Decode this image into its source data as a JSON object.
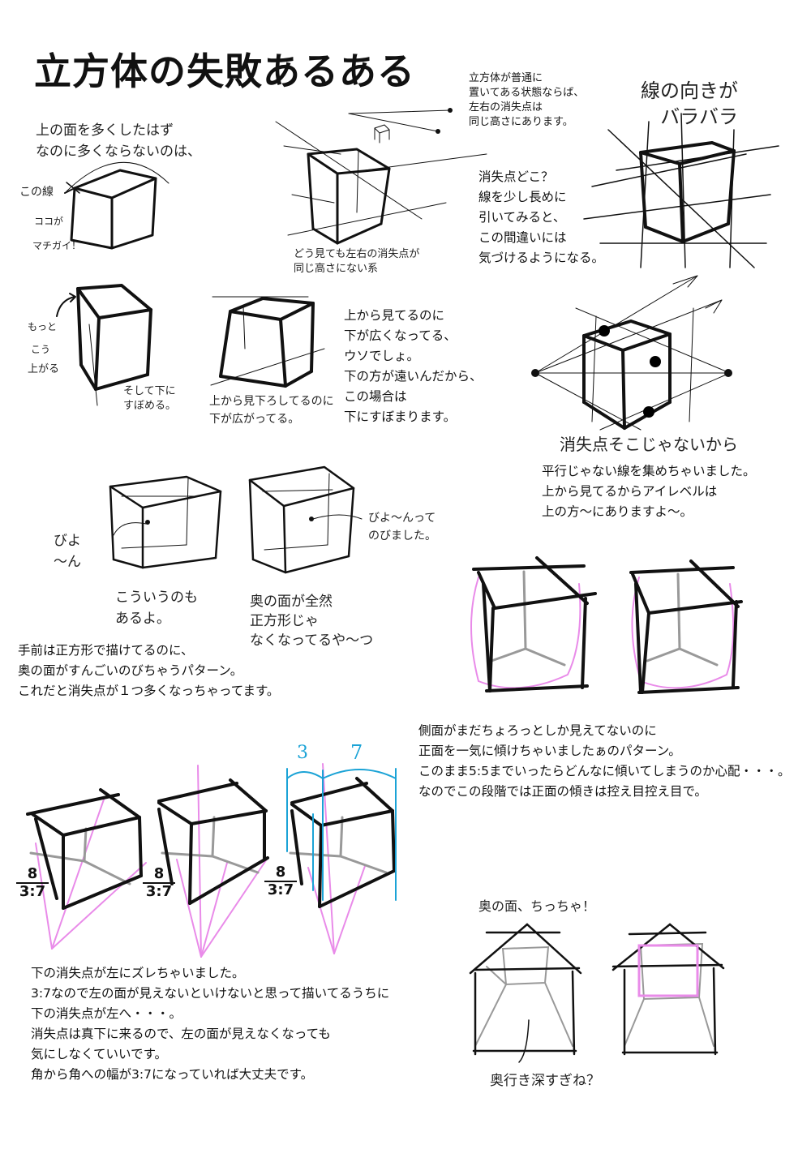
{
  "title": "立方体の失敗あるある",
  "texts": {
    "vp_same_height": "立方体が普通に\n置いてある状態ならば、\n左右の消失点は\n同じ高さにあります。",
    "vp_where": "消失点どこ？\n線を少し長めに\n引いてみると、\nこの間違いには\n気づけるようになる。",
    "top_view_wide": "上から見てるのに\n下が広くなってる、\nウソでしょ。\n下の方が遠いんだから、\nこの場合は\n下にすぼまります。",
    "non_parallel": "平行じゃない線を集めちゃいました。\n上から見てるからアイレベルは\n上の方～にありますよ～。",
    "back_face_stretch": "手前は正方形で描けてるのに、\n奥の面がすんごいのびちゃうパターン。\nこれだと消失点が１つ多くなっちゃってます。",
    "side_front_tilt": "側面がまだちょろっとしか見えてないのに\n正面を一気に傾けちゃいましたぁのパターン。\nこのまま5:5までいったらどんなに傾いてしまうのか心配・・・。\nなのでこの段階では正面の傾きは控え目控え目で。",
    "lower_vp_shift": "下の消失点が左にズレちゃいました。\n3:7なので左の面が見えないといけないと思って描いてるうちに\n下の消失点が左へ・・・。\n消失点は真下に来るので、左の面が見えなくなっても\n気にしなくていいです。\n角から角への幅が3:7になっていれば大丈夫です。"
  },
  "hand": {
    "top_face": "上の面を多くしたはず\nなのに多くならないのは、",
    "this_line": "この線",
    "here": "ココが",
    "mistake": "マチガイ！",
    "lr_vp": "どう見ても左右の消失点が\n同じ高さにない系",
    "line_dir": "線の向きが\nバラバラ",
    "more": "もっと",
    "like_this": "こう",
    "rise": "上がる",
    "narrow": "そして下に\nすぼめる。",
    "look_down": "上から見下ろしてるのに\n下が広がってる。",
    "vp_not_there": "消失点そこじゃないから",
    "stretch_left": "びよ\n～ん",
    "stretch_right": "びよ～んって\nのびました。",
    "also_this": "こういうのも\nあるよ。",
    "back_face": "奥の面が全然\n正方形じゃ\nなくなってるや～つ",
    "back_small": "奥の面、ちっちゃ！",
    "too_deep": "奥行き深すぎね？"
  },
  "ratios": {
    "num": "8",
    "den": "3:7",
    "three": "3",
    "seven": "7"
  },
  "colors": {
    "ink": "#111111",
    "pink": "#e98be9",
    "blue": "#1ba3d6",
    "grey": "#999999"
  }
}
